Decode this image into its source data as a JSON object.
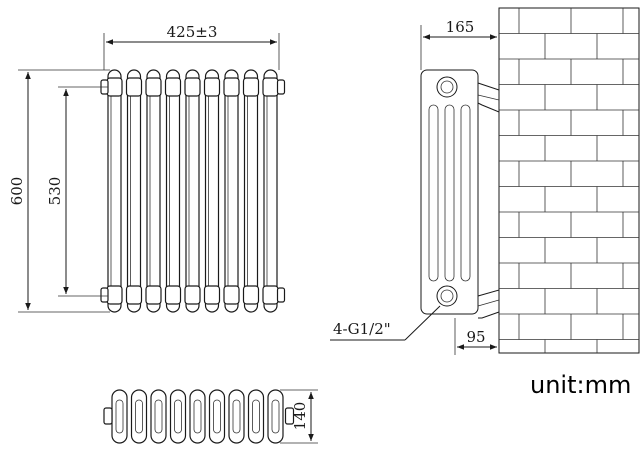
{
  "front_view": {
    "width_label": "425±3",
    "height_label": "600",
    "center_label": "530",
    "column_count": 9
  },
  "side_view": {
    "depth_label": "165",
    "wall_gap_label": "95",
    "connection_label": "4-G1/2\""
  },
  "top_view": {
    "depth_label": "140"
  },
  "unit_label": "unit:mm"
}
